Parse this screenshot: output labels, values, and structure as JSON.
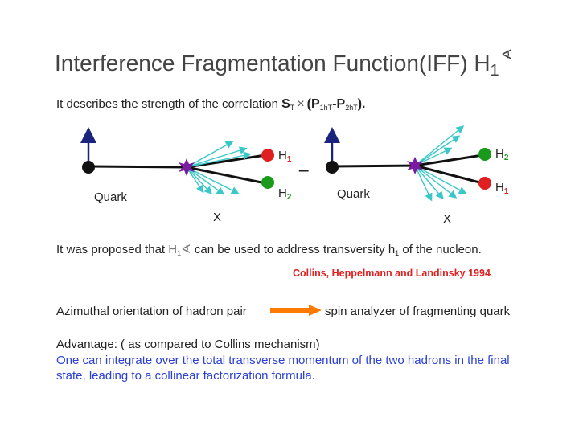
{
  "title": {
    "main": "Interference Fragmentation Function(IFF) H",
    "sub": "1",
    "star": "∢"
  },
  "line1": {
    "text": "It describes the strength of the correlation ",
    "s": "S",
    "s_sub": "T",
    "times": "×",
    "p_open": "(P",
    "p1_sub": "1hT",
    "dash": "-P",
    "p2_sub": "2hT",
    "p_close": ")."
  },
  "diagram": {
    "left": {
      "quark": "Quark",
      "x": "X",
      "h1": "H",
      "h1_sub": "1",
      "h2": "H",
      "h2_sub": "2"
    },
    "minus": "–",
    "right": {
      "quark": "Quark",
      "x": "X",
      "h2": "H",
      "h2_sub": "2",
      "h1": "H",
      "h1_sub": "1"
    },
    "colors": {
      "red": "#e02020",
      "green": "#1a9a1a",
      "purple": "#7a1aa0",
      "cyan": "#38c8c8",
      "navy": "#1a237e"
    }
  },
  "line2": {
    "a": "It was proposed that ",
    "h": "H",
    "h_sub": "1",
    "star": "∢",
    "b": "  can be used to address transversity  h",
    "b_sub": "1",
    "c": " of the nucleon."
  },
  "reference": "Collins,  Heppelmann and Landinsky  1994",
  "azimuthal": {
    "left": "Azimuthal orientation of hadron pair",
    "right": "spin analyzer of fragmenting quark",
    "arrow_color": "#ff7a00"
  },
  "advantage": "Advantage: ( as compared to Collins mechanism)",
  "blue_text": "One can integrate over the total transverse momentum of the two hadrons in the final state, leading to a collinear factorization formula."
}
